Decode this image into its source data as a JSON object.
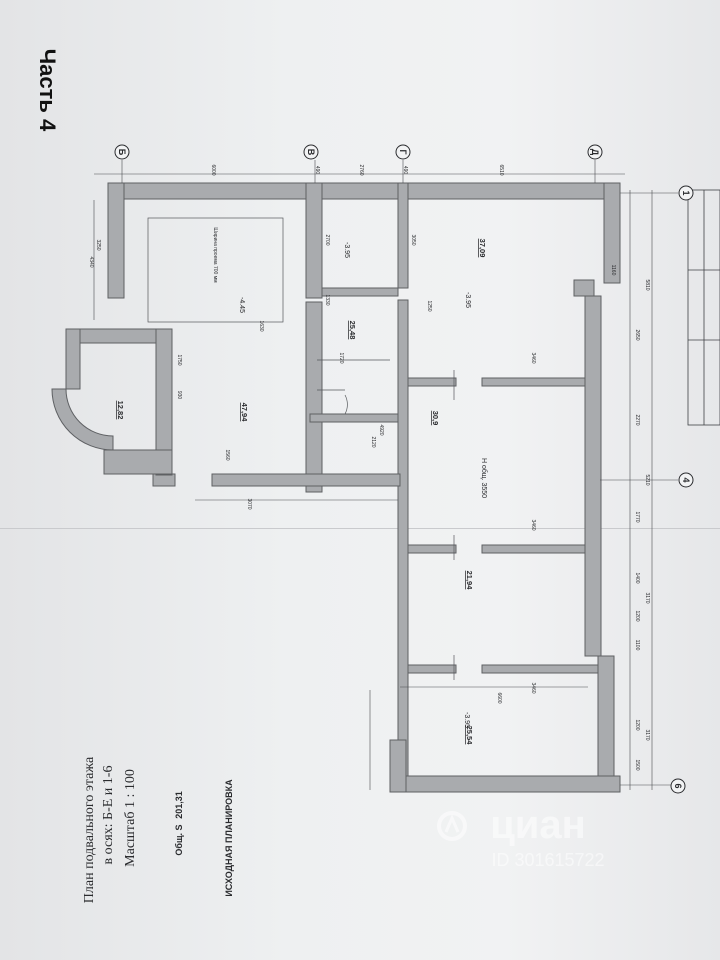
{
  "header": {
    "part_label": "Часть 4"
  },
  "title_block": {
    "line1": "План подвального этажа",
    "line2": "в осях: Б-Е и 1-6",
    "scale": "Масштаб 1 : 100",
    "area_label": "Общ. S",
    "area_value": "201,31",
    "plan_kind": "ИСХОДНАЯ ПЛАНИРОВКА"
  },
  "axes": {
    "b": "Б",
    "v": "В",
    "g": "Г",
    "d": "Д",
    "a1": "1",
    "a4": "4",
    "a6": "6"
  },
  "rooms": {
    "r1": "12,82",
    "r2": "47,94",
    "r3": "25,48",
    "r4": "37,09",
    "r5": "30,9",
    "r6": "21,94",
    "r7": "25,54"
  },
  "labels": {
    "lvl1": "-4.45",
    "lvl2": "-3.95",
    "lvl3": "-3.95",
    "lvl4": "-3.95",
    "ceiling": "Н общ. 3550",
    "opening": "Ширина проема 700 мм"
  },
  "dims": {
    "top1": "6000",
    "top2": "490",
    "top3": "2760",
    "top4": "490",
    "top5": "6510",
    "d1": "4340",
    "d2": "3250",
    "d3": "2700",
    "d4": "3050",
    "d5": "1750",
    "d6": "930",
    "d7": "2270",
    "d8": "2650",
    "d9": "1770",
    "d10": "1400",
    "d11": "1200",
    "d12": "1100",
    "d13": "1200",
    "d14": "1500",
    "d15": "3460",
    "d16": "3460",
    "d17": "3460",
    "d18": "6600",
    "d19": "3070",
    "d20": "1560",
    "d21": "4920",
    "d22": "2120",
    "d23": "1720",
    "d24": "1630",
    "d25": "1330",
    "d26": "1250",
    "d27": "1160",
    "d28": "5210",
    "d29": "3170",
    "d30": "3170",
    "d31": "5810"
  },
  "watermark": {
    "brand": "циан",
    "id": "ID 301615722"
  }
}
